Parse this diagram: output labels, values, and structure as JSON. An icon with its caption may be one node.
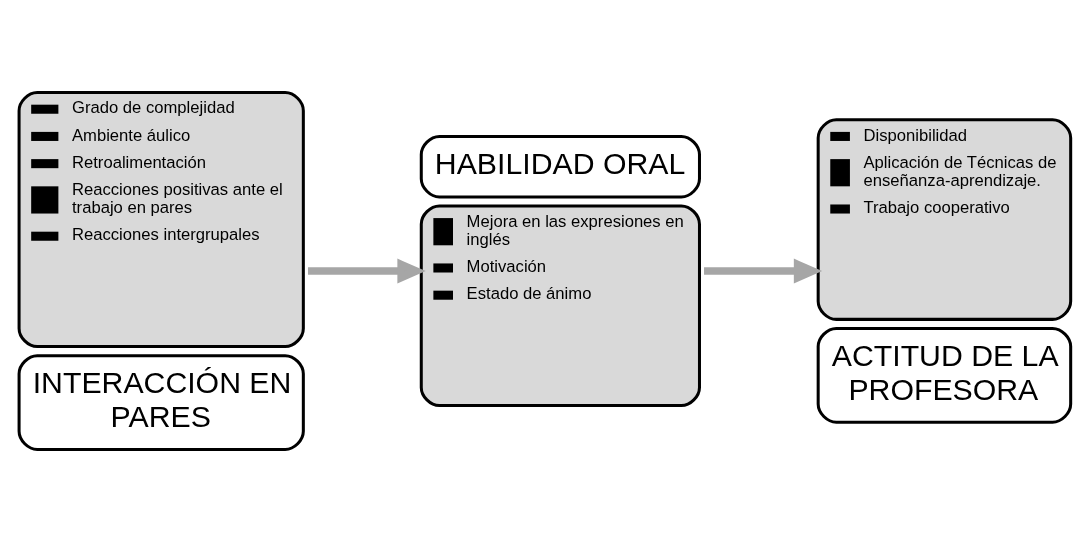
{
  "diagram": {
    "nodes": [
      {
        "text": [
          "Grado de complejidad",
          "Ambiente áulico",
          "Retroalimentación",
          "Reacciones positivas ante el trabajo en pares",
          "Reacciones intergrupales",
          "INTERACCIÓN EN PARES"
        ]
      },
      {
        "text": [
          "HABILIDAD ORAL",
          "Mejora en las expresiones en inglés",
          "Motivación",
          "Estado de ánimo"
        ]
      },
      {
        "text": [
          "Disponibilidad",
          "Aplicación de Técnicas de enseñanza-aprendizaje.",
          "Trabajo cooperativo",
          "ACTITUD DE LA PROFESORA"
        ]
      }
    ],
    "edges": [
      {
        "from": 0,
        "to": 1,
        "arrow": "to"
      },
      {
        "from": 1,
        "to": 2,
        "arrow": "to"
      }
    ]
  }
}
